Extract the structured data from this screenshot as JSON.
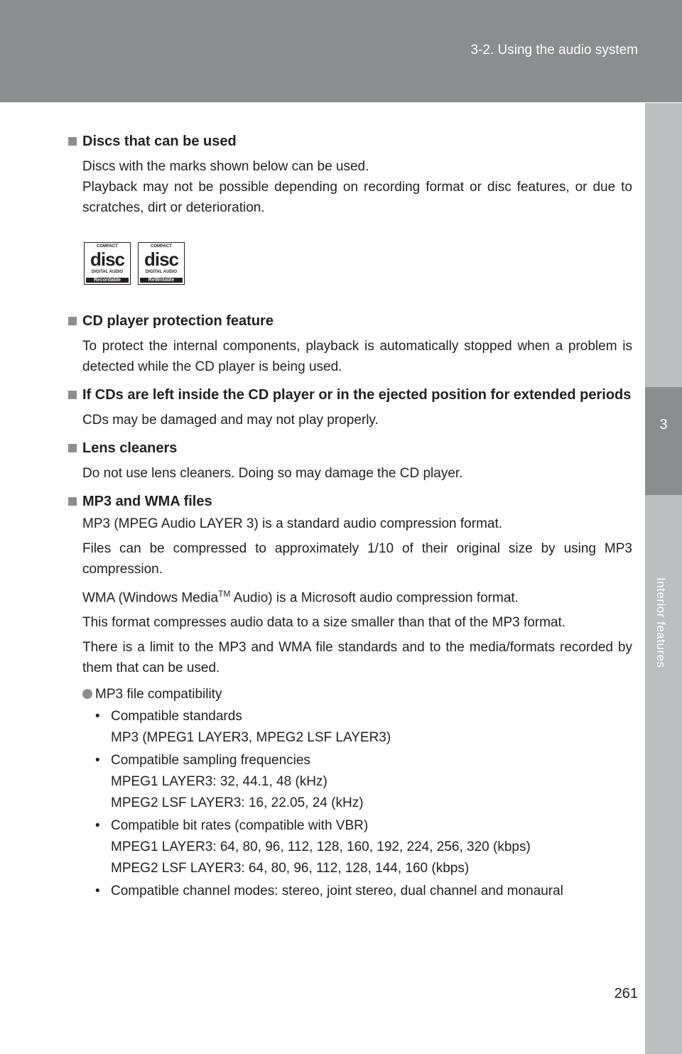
{
  "header": {
    "title": "3-2. Using the audio system"
  },
  "side_tab": {
    "chapter_number": "3",
    "chapter_label": "Interior features"
  },
  "sections": {
    "discs": {
      "heading": "Discs that can be used",
      "p1": "Discs with the marks shown below can be used.",
      "p2": "Playback may not be possible depending on recording format or disc features, or due to scratches, dirt or deterioration.",
      "logo1": {
        "top": "COMPACT",
        "big": "disc",
        "mid": "DIGITAL AUDIO",
        "bottom": "Recordable"
      },
      "logo2": {
        "top": "COMPACT",
        "big": "disc",
        "mid": "DIGITAL AUDIO",
        "bottom": "ReWritable"
      }
    },
    "protection": {
      "heading": "CD player protection feature",
      "p1": "To protect the internal components, playback is automatically stopped when a problem is detected while the CD player is being used."
    },
    "left_inside": {
      "heading": "If CDs are left inside the CD player or in the ejected position for extended periods",
      "p1": "CDs may be damaged and may not play properly."
    },
    "lens": {
      "heading": "Lens cleaners",
      "p1": "Do not use lens cleaners. Doing so may damage the CD player."
    },
    "mp3": {
      "heading": "MP3 and WMA files",
      "p1": "MP3 (MPEG Audio LAYER 3) is a standard audio compression format.",
      "p2": "Files can be compressed to approximately 1/10 of their original size by using MP3 compression.",
      "p3a": "WMA (Windows Media",
      "p3tm": "TM",
      "p3b": " Audio) is a Microsoft audio compression format.",
      "p4": "This format compresses audio data to a size smaller than that of the MP3 format.",
      "p5": "There is a limit to the MP3 and WMA file standards and to the media/formats recorded by them that can be used.",
      "sub_heading": "MP3 file compatibility",
      "bullets": [
        {
          "title": "Compatible standards",
          "lines": [
            "MP3 (MPEG1 LAYER3, MPEG2 LSF LAYER3)"
          ]
        },
        {
          "title": "Compatible sampling frequencies",
          "lines": [
            "MPEG1 LAYER3: 32, 44.1, 48 (kHz)",
            "MPEG2 LSF LAYER3: 16, 22.05, 24 (kHz)"
          ]
        },
        {
          "title": "Compatible bit rates (compatible with VBR)",
          "lines": [
            "MPEG1 LAYER3: 64, 80, 96, 112, 128, 160, 192, 224, 256, 320 (kbps)",
            "MPEG2 LSF LAYER3: 64, 80, 96, 112, 128, 144, 160 (kbps)"
          ]
        },
        {
          "title": "Compatible channel modes: stereo, joint stereo, dual channel and monaural",
          "lines": []
        }
      ],
      "bullet_glyph": "•"
    }
  },
  "page_number": "261"
}
